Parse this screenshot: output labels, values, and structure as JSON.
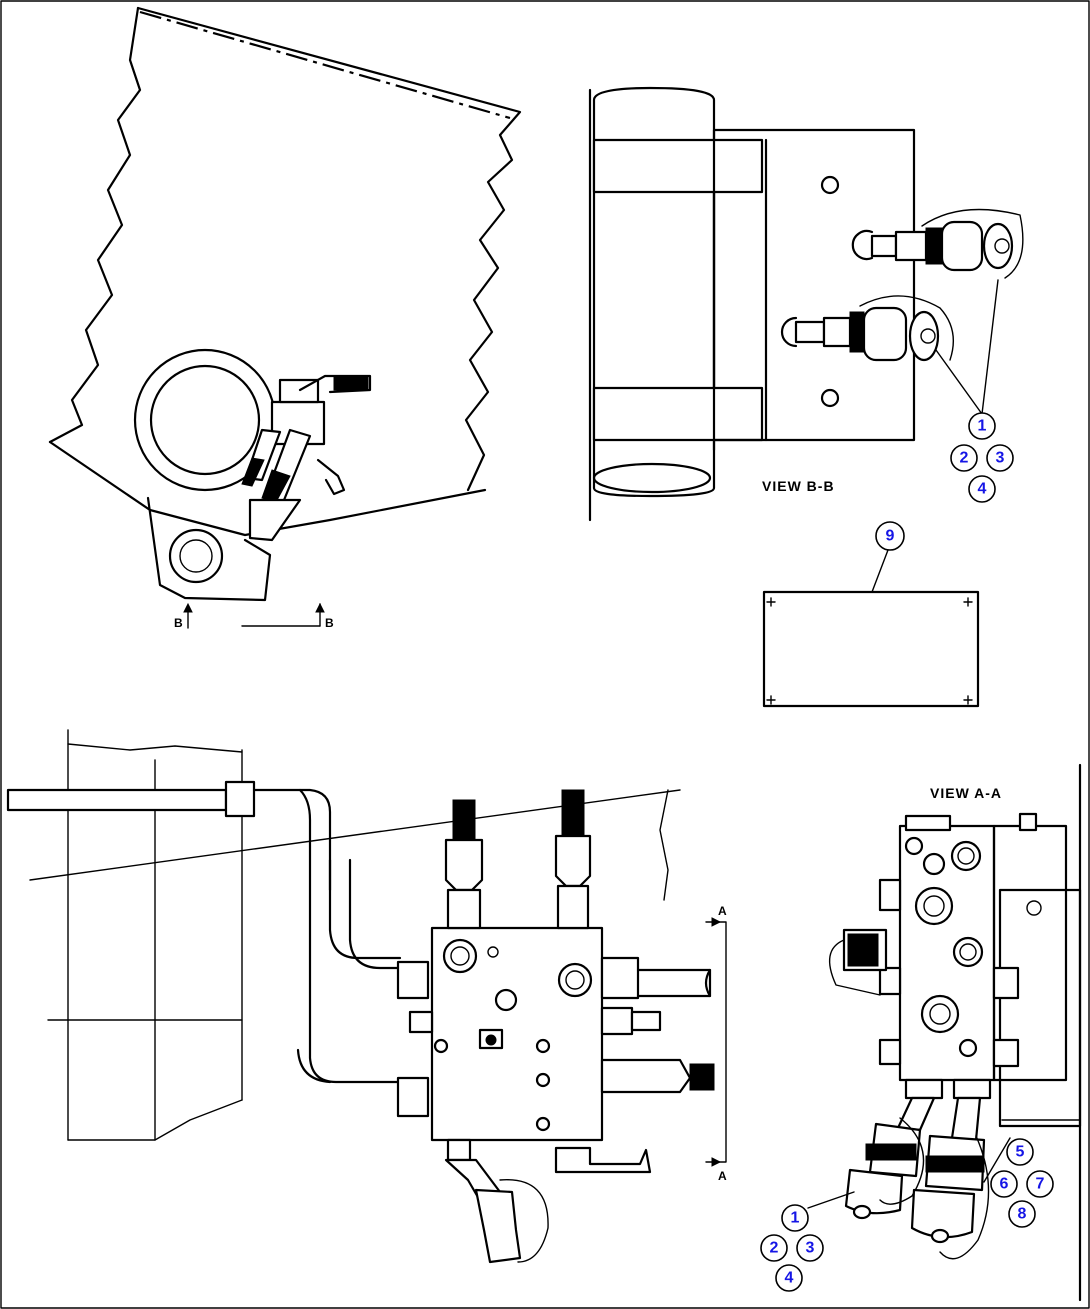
{
  "views": {
    "view_b": "VIEW B-B",
    "view_a": "VIEW A-A"
  },
  "section_marks": {
    "b_left": "B",
    "b_right": "B",
    "a_top": "A",
    "a_bottom": "A"
  },
  "callouts": {
    "viewb_group": [
      "1",
      "2",
      "3",
      "4"
    ],
    "plate": "9",
    "viewa_left_group": [
      "1",
      "2",
      "3",
      "4"
    ],
    "viewa_right_group": [
      "5",
      "6",
      "7",
      "8"
    ]
  }
}
